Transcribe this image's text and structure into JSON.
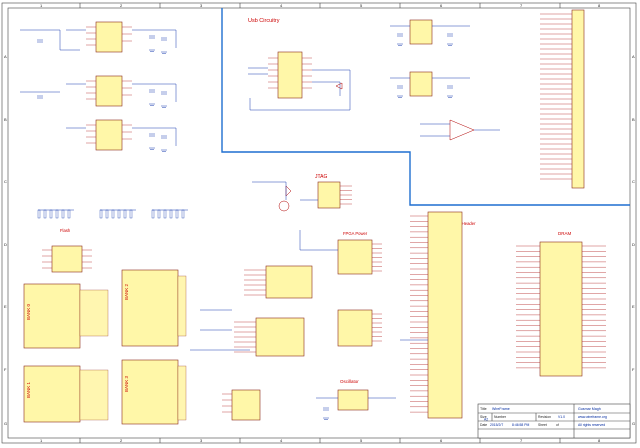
{
  "sections": {
    "usb_circuitry": "Usb Circuitry",
    "jtag": "JTAG",
    "flash": "Flash",
    "fpga_power": "FPGA Power",
    "io_header": "I/O Header",
    "dram": "DRAM",
    "oscillator": "Oscillator",
    "bank0": "BANK 0",
    "bank1": "BANK 1",
    "bank2": "BANK 2",
    "bank3": "BANK 3"
  },
  "frame": {
    "columns": [
      "1",
      "2",
      "3",
      "4",
      "5",
      "6",
      "7",
      "8"
    ],
    "rows": [
      "A",
      "B",
      "C",
      "D",
      "E",
      "F",
      "G"
    ]
  },
  "title_block": {
    "title_label": "Title",
    "title_value": "WireFrame",
    "size_label": "Size",
    "size_value": "A2",
    "number_label": "Number",
    "revision_label": "Revision",
    "revision_value": "V1.0",
    "date_label": "Date",
    "date_value": "2015/2/7",
    "time_value": "8:46:58 PM",
    "sheet_label": "Sheet",
    "sheet_value": "of",
    "author": "Gusmar Magh",
    "website": "www.wireframe.org",
    "rights": "All rights reserved"
  },
  "colors": {
    "chip_fill": "#fff7a8",
    "chip_border": "#8a2a1a",
    "wire": "#1a3fb0",
    "label": "#c00000",
    "zone_line": "#1f6fd0"
  }
}
